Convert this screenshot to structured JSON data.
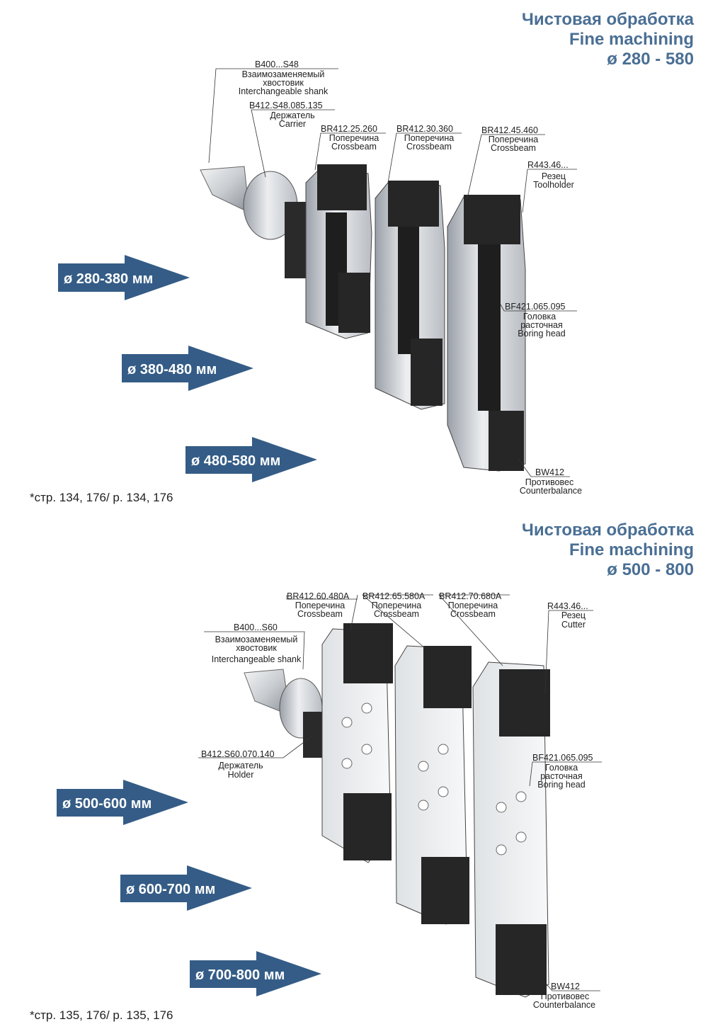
{
  "section1": {
    "title_ru": "Чистовая обработка",
    "title_en": "Fine machining",
    "title_range": "ø 280 - 580",
    "arrows": [
      "ø 280-380 мм",
      "ø 380-480 мм",
      "ø 480-580 мм"
    ],
    "labels": {
      "shank_code": "B400...S48",
      "shank_ru1": "Взаимозаменяемый",
      "shank_ru2": "хвостовик",
      "shank_en": "Interchangeable shank",
      "carrier_code": "B412.S48.085.135",
      "carrier_ru": "Держатель",
      "carrier_en": "Carrier",
      "cb1_code": "BR412.25.260",
      "cb2_code": "BR412.30.360",
      "cb3_code": "BR412.45.460",
      "cb_ru": "Поперечина",
      "cb_en": "Crossbeam",
      "tool_code": "R443.46...",
      "tool_ru": "Резец",
      "tool_en": "Toolholder",
      "head_code": "BF421.065.095",
      "head_ru1": "Головка",
      "head_ru2": "расточная",
      "head_en": "Boring head",
      "cw_code": "BW412",
      "cw_ru": "Противовес",
      "cw_en": "Counterbalance"
    },
    "note": "*стр. 134, 176/ p. 134, 176"
  },
  "section2": {
    "title_ru": "Чистовая обработка",
    "title_en": "Fine machining",
    "title_range": "ø 500 - 800",
    "arrows": [
      "ø 500-600 мм",
      "ø 600-700 мм",
      "ø 700-800 мм"
    ],
    "labels": {
      "cb1_code": "BR412.60.480A",
      "cb2_code": "BR412.65.580A",
      "cb3_code": "BR412.70.680A",
      "cb_ru": "Поперечина",
      "cb_en": "Crossbeam",
      "shank_code": "B400...S60",
      "shank_ru1": "Взаимозаменяемый",
      "shank_ru2": "хвостовик",
      "shank_en": "Interchangeable shank",
      "holder_code": "B412.S60.070.140",
      "holder_ru": "Держатель",
      "holder_en": "Holder",
      "cutter_code": "R443.46...",
      "cutter_ru": "Резец",
      "cutter_en": "Cutter",
      "head_code": "BF421.065.095",
      "head_ru1": "Головка",
      "head_ru2": "расточная",
      "head_en": "Boring head",
      "cw_code": "BW412",
      "cw_ru": "Противовес",
      "cw_en": "Counterbalance"
    },
    "note": "*стр. 135, 176/ p. 135, 176"
  },
  "colors": {
    "title": "#4a6f94",
    "arrow": "#345c86",
    "metal": "#c9ccd1",
    "dark": "#1c1c1c"
  }
}
